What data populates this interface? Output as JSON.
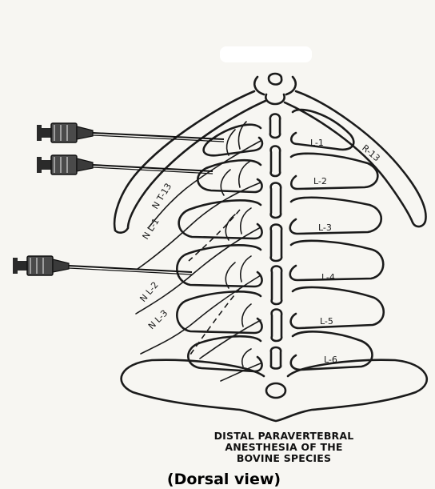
{
  "figure": {
    "caption_lines": [
      "DISTAL PARAVERTEBRAL",
      "ANESTHESIA OF THE",
      "BOVINE SPECIES"
    ],
    "subcaption": "(Dorsal view)",
    "vertebra_labels": [
      "L-1",
      "L-2",
      "L-3",
      "L-4",
      "L-5",
      "L-6"
    ],
    "rib_label": "R-13",
    "nerve_labels": [
      "N T-13",
      "N L-1",
      "N L-2",
      "N L-3"
    ],
    "needle_count": 3
  }
}
